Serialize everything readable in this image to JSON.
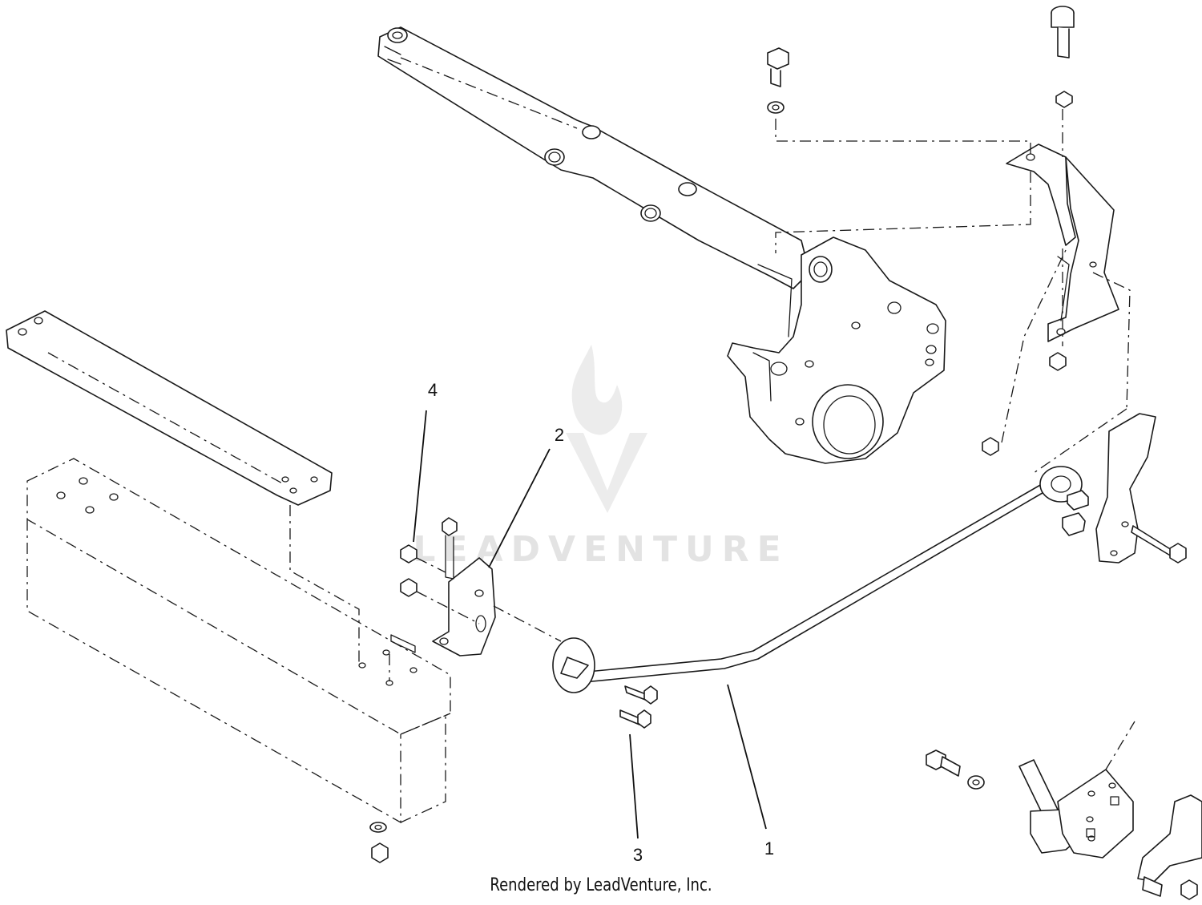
{
  "diagram": {
    "callouts": [
      {
        "label": "1"
      },
      {
        "label": "2"
      },
      {
        "label": "3"
      },
      {
        "label": "4"
      }
    ],
    "watermark": {
      "text": "LEADVENTURE"
    },
    "footer": "Rendered by LeadVenture, Inc."
  }
}
